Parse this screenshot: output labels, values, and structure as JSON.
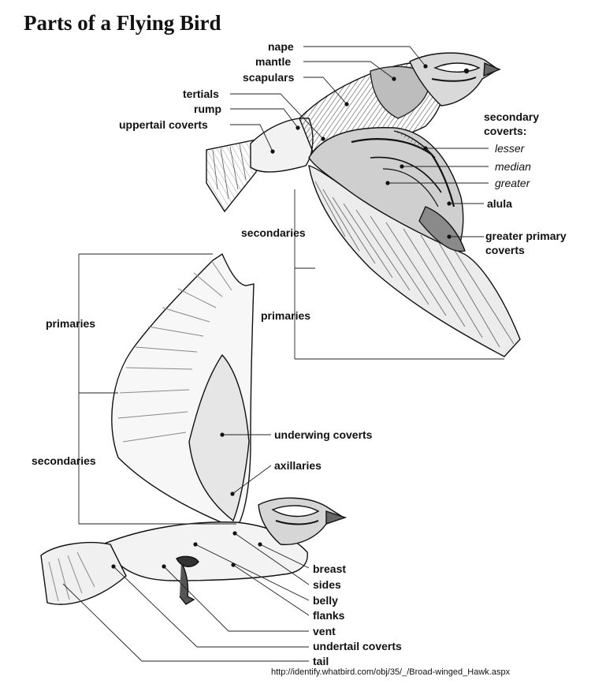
{
  "title": "Parts of a Flying Bird",
  "source": "http://identify.whatbird.com/obj/35/_/Broad-winged_Hawk.aspx",
  "upper_bird": {
    "nape": "nape",
    "mantle": "mantle",
    "scapulars": "scapulars",
    "tertials": "tertials",
    "rump": "rump",
    "uppertail_coverts": "uppertail coverts",
    "secondary_coverts_line1": "secondary",
    "secondary_coverts_line2": "coverts:",
    "lesser": "lesser",
    "median": "median",
    "greater": "greater",
    "alula": "alula",
    "greater_primary_coverts_line1": "greater primary",
    "greater_primary_coverts_line2": "coverts",
    "secondaries": "secondaries",
    "primaries": "primaries"
  },
  "lower_bird": {
    "primaries": "primaries",
    "secondaries": "secondaries",
    "underwing_coverts": "underwing coverts",
    "axillaries": "axillaries",
    "breast": "breast",
    "sides": "sides",
    "belly": "belly",
    "flanks": "flanks",
    "vent": "vent",
    "undertail_coverts": "undertail coverts",
    "tail": "tail"
  }
}
